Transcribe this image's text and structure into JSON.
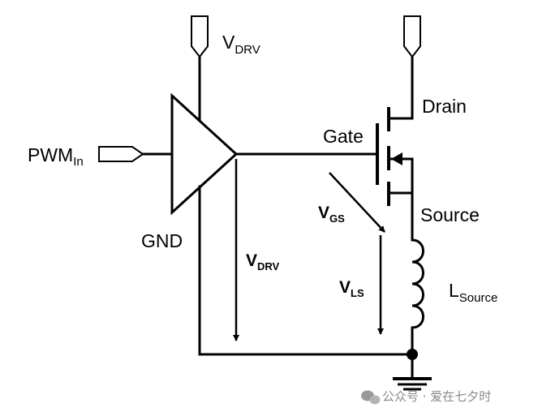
{
  "diagram": {
    "labels": {
      "vdrv_supply": {
        "main": "V",
        "sub": "DRV"
      },
      "pwm_in": {
        "main": "PWM",
        "sub": "In"
      },
      "gnd": "GND",
      "gate": "Gate",
      "drain": "Drain",
      "source": "Source",
      "vgs": {
        "main": "V",
        "sub": "GS"
      },
      "vdrv_drop": {
        "main": "V",
        "sub": "DRV"
      },
      "vls": {
        "main": "V",
        "sub": "LS"
      },
      "l_source": {
        "main": "L",
        "sub": "Source"
      }
    },
    "watermark": "公众号 · 爱在七夕时"
  }
}
